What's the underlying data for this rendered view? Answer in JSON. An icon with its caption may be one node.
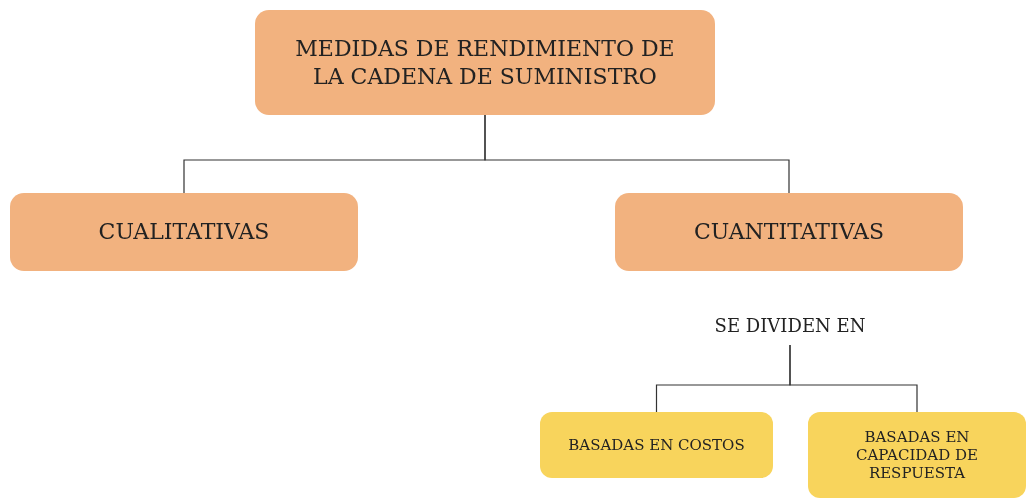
{
  "diagram": {
    "nodes": [
      {
        "text": [
          "MEDIDAS DE RENDIMIENTO DE LA CADENA DE SUMINISTRO"
        ]
      },
      {
        "text": [
          "CUALITATIVAS"
        ]
      },
      {
        "text": [
          "CUANTITATIVAS"
        ]
      },
      {
        "text": [
          "SE DIVIDEN EN"
        ]
      },
      {
        "text": [
          "BASADAS EN COSTOS"
        ]
      },
      {
        "text": [
          "BASADAS EN CAPACIDAD DE RESPUESTA"
        ]
      }
    ],
    "edges": [
      {
        "from": 0,
        "to": 1,
        "arrow": "none"
      },
      {
        "from": 0,
        "to": 2,
        "arrow": "none"
      },
      {
        "from": 3,
        "to": 4,
        "arrow": "none"
      },
      {
        "from": 3,
        "to": 5,
        "arrow": "none"
      }
    ]
  }
}
